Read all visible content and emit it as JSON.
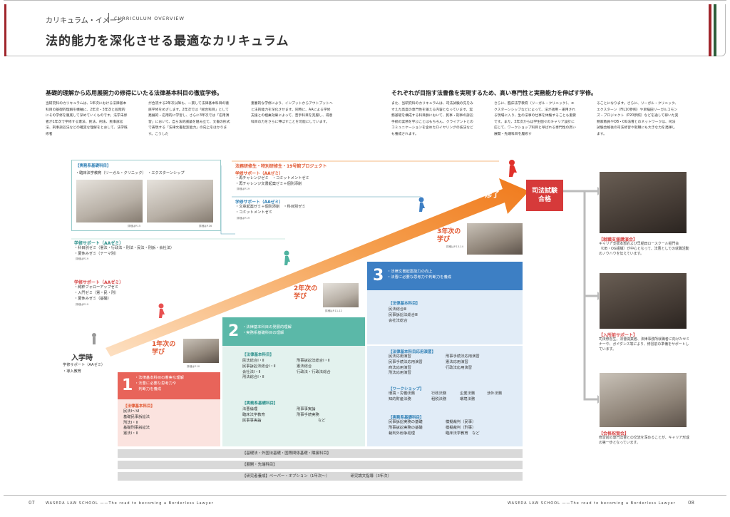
{
  "header": {
    "kicker_jp": "カリキュラム・イメージ",
    "kicker_en": "CURRICULUM OVERVIEW",
    "title": "法的能力を深化させる最適なカリキュラム"
  },
  "intro_left": {
    "lead": "基礎的理解から応用展開力の修得にいたる法律基本科目の徹底学修。",
    "col1": "当研究科のカリキュラムは、1年次における法律基本科目の基礎的理解を機軸に、2年次・3年次と段階的にその学修を徹底して深めていくものです。法学未修者が1年次で学修する憲法、民法、刑法、民事訴訟法、刑事訴訟法などの確実な理解をとおして、法学既修者",
    "col2": "が合流する2年次以降も、一貫して法律基本科目の徹底学修をめざします。2年次では「総合科目」として発展的・応用的に学習し、さらに3年次では「応用演習」において、自ら法的議論を組み立て、文書の形式で表現する「法律文書起案能力」の向上をはかります。こうした",
    "col3": "重層的な学修により、インプットからアウトプットへと法的能力を深化させます。同時に、AAによる学修支援との相乗効果によって、苦手科目を克服し、得意科目の力をさらに伸ばすことを可能にしています。"
  },
  "intro_right": {
    "lead": "それぞれが目指す法曹像を実現するため、高い専門性と実務能力を伸ばす学修。",
    "col1": "また、当研究科のカリキュラムは、司法試験の先をみすえた高度の専門性を鍛える内容となっています。実務基礎を構成する科目群において、民事・刑事の訴訟手続の実務を学ぶことはもちろん、クライアントとのコミュニケーションを含めたロイヤリングの技法なども養成されます。",
    "col2": "さらに、臨床法学教育（リーガル・クリニック）、エクスターンシップなどによって、法が適用・運用される現場に入り、生の法事の仕事を体験することも重要です。また、3年次からは学生個々のキャリア設計に応じて、ワークショップ科目と呼ばれる専門性の高い展開・先端科目を履修す",
    "col3": "ることになります。さらに、リーガル・クリニック、エクスターン（FIL10参照）や早稲田リーガルコモンズ・プロジェクト（P20参照）などを通して稼いた実務家教員やOB・OG法曹とのネットワークは、司法試験合格後の司法修習や就職にも大きな力を発揮します。"
  },
  "practical_panel": {
    "label": "【実務系基礎科目】",
    "items": "・臨床法学教育（リーガル・クリニック）　・エクスターンシップ",
    "ref1": "詳細はP.15",
    "ref2": "詳細はP.16"
  },
  "projects": {
    "title": "法務研修生・特別研修生・19号館プロジェクト",
    "support_a_head": "学修サポート（AAゼミ）",
    "support_a_items": [
      "・再チャレンジゼミ　・コミットメントゼミ",
      "・再チャレンジ文書起案ゼミ＋個別添削"
    ],
    "support_a_ref": "詳細はP.19",
    "support_b_head": "学修サポート（AAゼミ）",
    "support_b_items": [
      "・文章起案ゼミ＋個別添削　・科目別ゼミ",
      "・コミットメントゼミ"
    ],
    "support_b_ref": "詳細はP.19"
  },
  "support_left": {
    "head1": "学修サポート（AAゼミ）",
    "items1": [
      "・科目別ゼミ（憲法・行政法・刑法・民法・刑訴・会社法）",
      "・夏休みゼミ（テーマ別）"
    ],
    "ref1": "詳細はP.19",
    "head2": "学修サポート（AAゼミ）",
    "items2": [
      "・純粋フォローアップゼミ",
      "・入門ゼミ（憲・民・刑）",
      "・夏休みゼミ（基礎）"
    ],
    "ref2": "詳細はP.19"
  },
  "entry": {
    "title": "入学時",
    "sub": "学修サポート（AAゼミ）",
    "item": "・導入教育"
  },
  "goal": {
    "finish": "修了",
    "bar_label": "司法試験\n合格"
  },
  "years": {
    "y1": "1年次の\n学び",
    "y1_ref": "詳細はP.10",
    "y2": "2年次の\n学び",
    "y2_ref": "詳細はP.11-12",
    "y3": "3年次の\n学び",
    "y3_ref": "詳細はP.13-14"
  },
  "stage1": {
    "num": "1",
    "title": "・法律基本科目の着実な理解\n・法曹に必要な思考力や\n　判断力を養成",
    "sub_head": "【法律基本科目】",
    "items": [
      "民法Ⅰ〜Ⅵ",
      "基礎民事訴訟法",
      "刑法Ⅰ・Ⅱ",
      "基礎刑事訴訟法",
      "憲法Ⅰ・Ⅱ"
    ]
  },
  "stage2": {
    "num": "2",
    "title": "・法律基本科目の発展的理解\n・実務系基礎科目の理解",
    "sub_head": "【法律基本科目】",
    "col1": [
      "民法総合Ⅰ・Ⅱ",
      "民事訴訟法総合Ⅰ・Ⅱ",
      "会社法Ⅰ・Ⅱ",
      "刑法総合Ⅰ・Ⅱ"
    ],
    "col2": [
      "刑事訴訟法総合Ⅰ・Ⅱ",
      "憲法総合",
      "行政法・行政法総合"
    ],
    "sub_head2": "【実務系基礎科目】",
    "col3": [
      "法曹倫理",
      "臨床法学教育",
      "民事事実論"
    ],
    "col4": [
      "刑事事実論",
      "刑事手続実務",
      "など"
    ]
  },
  "stage3": {
    "num": "3",
    "title": "・法律文書起案能力の向上\n・法曹に必要な思考力や判断力を養成",
    "sub_head": "【法律基本科目】",
    "items": [
      "民法総合Ⅲ",
      "民事訴訟法総合Ⅲ",
      "会社法総合"
    ],
    "sub_head2": "【法律基本科目応用演習】",
    "col1": [
      "民法応用演習",
      "民事手続法応用演習",
      "商法応用演習",
      "刑法応用演習"
    ],
    "col2": [
      "刑事手続法応用演習",
      "憲法応用演習",
      "行政法応用演習"
    ],
    "sub_head3": "【ワークショップ】",
    "ws1": [
      "環境・労働法務",
      "知的財産法務"
    ],
    "ws2": [
      "行政法務",
      "租税法務"
    ],
    "ws3": [
      "企業法務",
      "環境法務"
    ],
    "ws4": [
      "渉外法務"
    ],
    "sub_head4": "【実務系基礎科目】",
    "col3": [
      "民事訴訟実務の基礎",
      "刑事訴訟実務の基礎",
      "裁判外紛争処理"
    ],
    "col4": [
      "模擬裁判（民事）",
      "模擬裁判（刑事）",
      "臨床法学教育　など"
    ]
  },
  "bars": {
    "b1": "【基礎法・外国法基礎・国際関係基礎・隣接科目】",
    "b2": "【展開・先端科目】",
    "b3": "【研究者養成】ペーパー・オプション（1年次〜）　　　　　　研究論文指導（3年次）"
  },
  "side": {
    "c1_head": "【就職支援講演会】",
    "c1_text": "キャリア支援本部および早稲田ロースクール稲門会（OB・OG組織）が中心となって、法曹としての就職活動のノウハウを伝えています。",
    "c2_head": "【入所前サポート】",
    "c2_text": "司法修習生、法曹開業者、法律事務所就職者に向けたセミナーや、ガイダンス等により、修習前の準備をサポートしています。",
    "c3_head": "【合格祝賀会】",
    "c3_text": "修習前の専門法曹との交流を深めることが、キャリア形成の第一歩となっています。"
  },
  "footer": {
    "left_page": "07",
    "left_text": "WASEDA LAW SCHOOL ——The road to becoming a Borderless Lawyer",
    "right_text": "WASEDA LAW SCHOOL ——The road to becoming a Borderless Lawyer",
    "right_page": "08"
  },
  "colors": {
    "accent_orange": "#f08a2a",
    "red": "#d64545",
    "teal": "#5bb8a8",
    "blue": "#3d7fc4",
    "brand_red": "#a0262c",
    "brand_green": "#2d5e3a"
  }
}
